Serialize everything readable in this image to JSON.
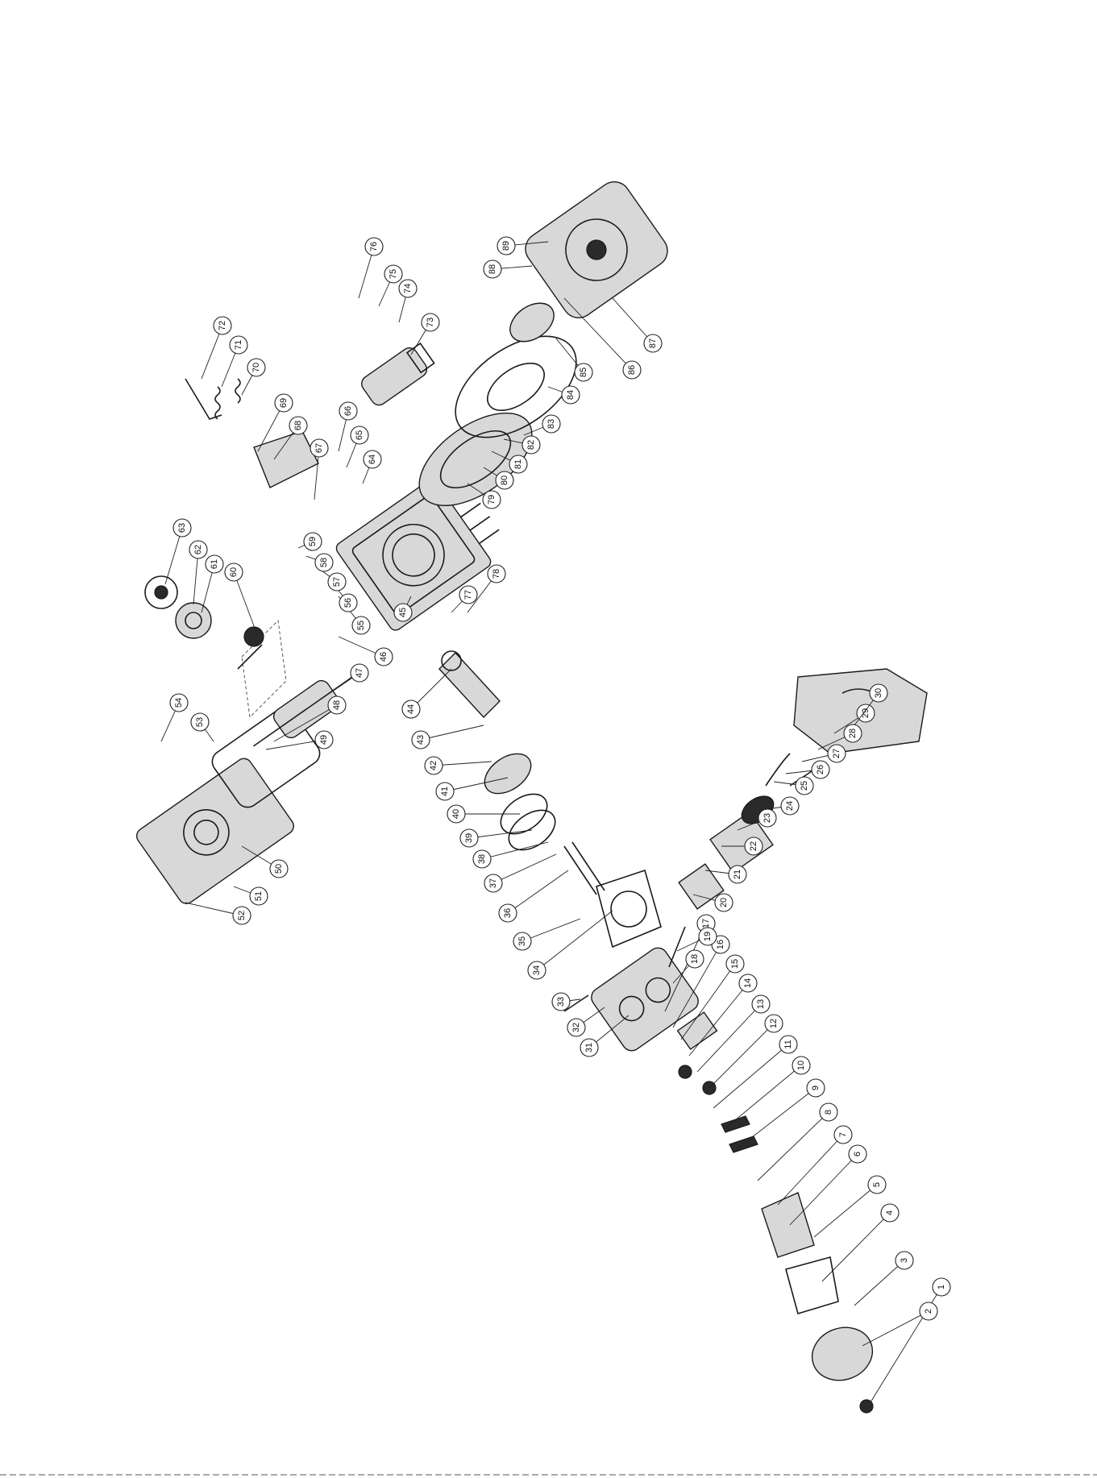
{
  "diagram": {
    "callouts": [
      "1",
      "2",
      "3",
      "4",
      "5",
      "6",
      "7",
      "8",
      "9",
      "10",
      "11",
      "12",
      "13",
      "14",
      "15",
      "16",
      "17",
      "18",
      "19",
      "20",
      "21",
      "22",
      "23",
      "24",
      "25",
      "26",
      "27",
      "28",
      "29",
      "30",
      "31",
      "32",
      "33",
      "34",
      "35",
      "36",
      "37",
      "38",
      "39",
      "40",
      "41",
      "42",
      "43",
      "44",
      "45",
      "46",
      "47",
      "48",
      "49",
      "50",
      "51",
      "52",
      "53",
      "54",
      "55",
      "56",
      "57",
      "58",
      "59",
      "60",
      "61",
      "62",
      "63",
      "64",
      "65",
      "66",
      "67",
      "68",
      "69",
      "70",
      "71",
      "72",
      "73",
      "74",
      "75",
      "76",
      "77",
      "78",
      "79",
      "80",
      "81",
      "82",
      "83",
      "84",
      "85",
      "86",
      "87",
      "88",
      "89"
    ]
  }
}
